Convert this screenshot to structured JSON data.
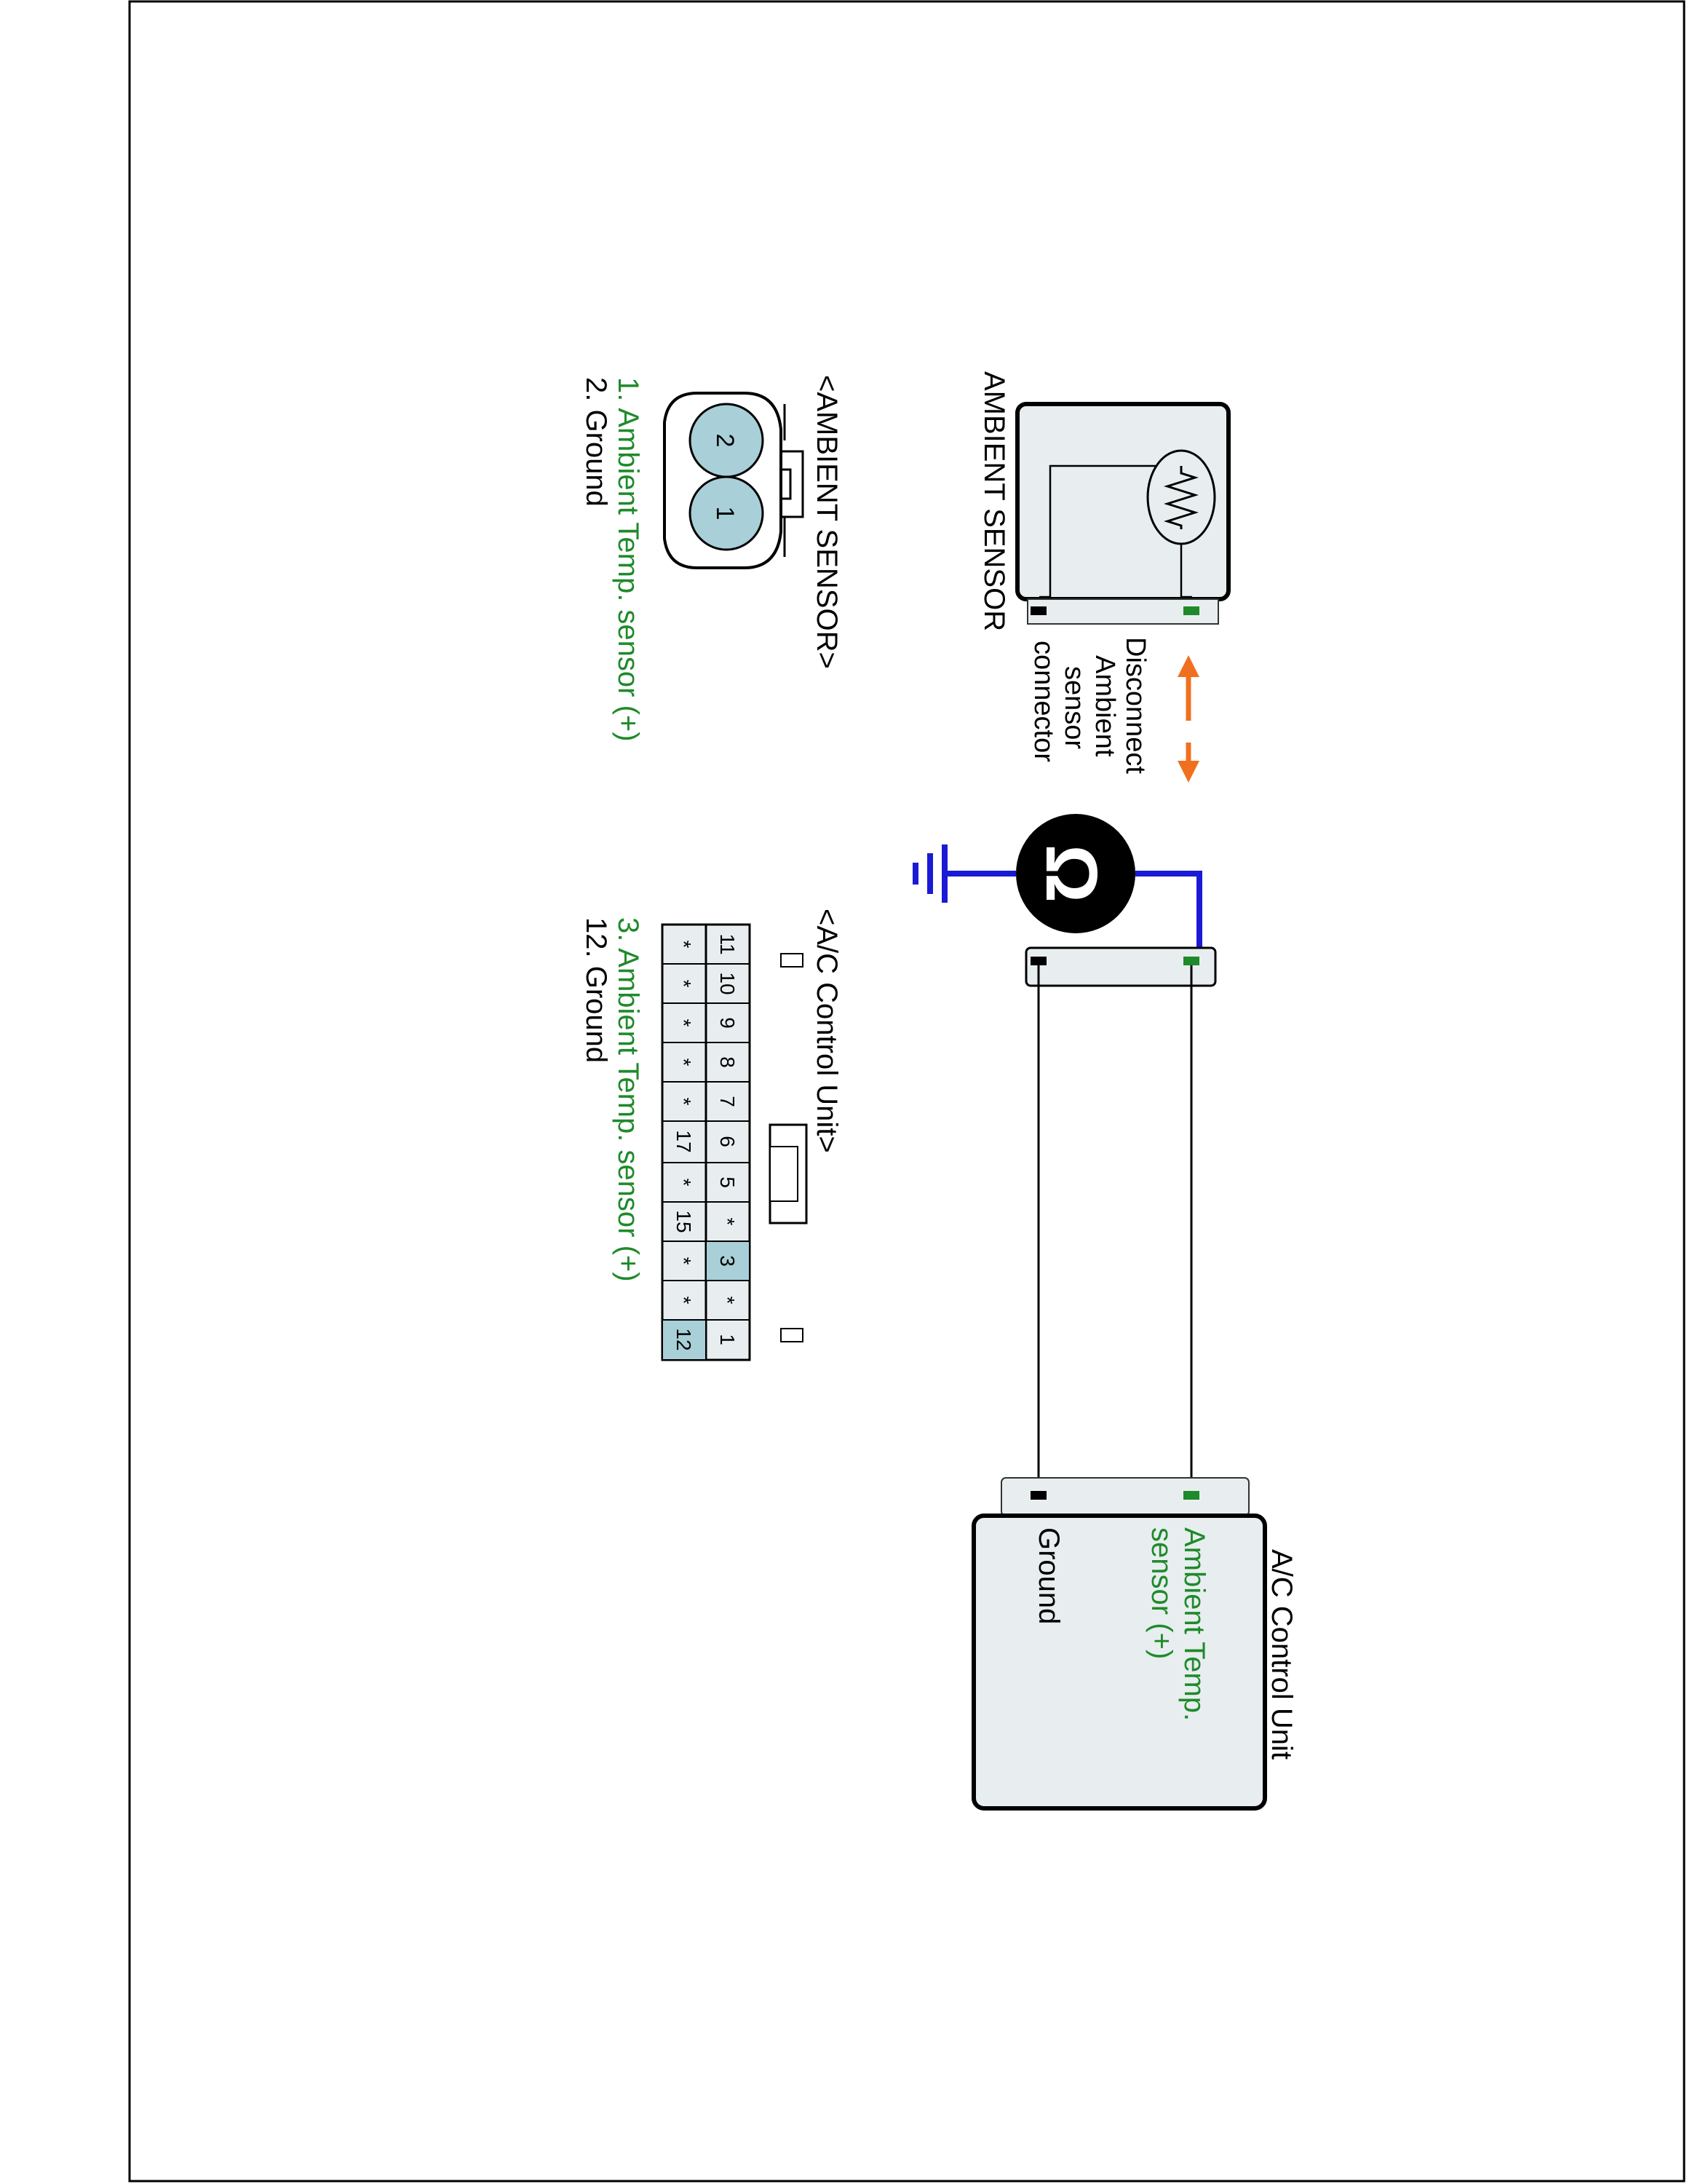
{
  "colors": {
    "green": "#1f8a2a",
    "blue": "#1a1ad6",
    "orange": "#f07020",
    "box_fill": "#e8eef0",
    "pin_fill": "#a9cfd8",
    "ground_wire": "#000000"
  },
  "schematic": {
    "sensor_box_label": "AMBIENT SENSOR",
    "disconnect_note": [
      "Disconnect",
      "Ambient",
      "sensor",
      "connector"
    ],
    "meter_symbol": "Ω",
    "meter_icon": "ohmmeter-icon",
    "ground_icon": "ground-symbol-icon",
    "resistor_icon": "thermistor-icon",
    "control_unit_title": "A/C Control Unit",
    "control_unit_pin_sensor": [
      "Ambient Temp.",
      "sensor (+)"
    ],
    "control_unit_pin_ground": "Ground"
  },
  "ambient_connector": {
    "title": "<AMBIENT SENSOR>",
    "pins": [
      "2",
      "1"
    ],
    "legend": [
      {
        "text": "1. Ambient Temp. sensor (+)",
        "color": "green"
      },
      {
        "text": "2. Ground",
        "color": "black"
      }
    ]
  },
  "ac_connector": {
    "title": "<A/C Control Unit>",
    "top_row": [
      "11",
      "10",
      "9",
      "8",
      "7",
      "6",
      "5",
      "*",
      "3",
      "*",
      "1"
    ],
    "bottom_row": [
      "*",
      "*",
      "*",
      "*",
      "*",
      "17",
      "*",
      "15",
      "*",
      "*",
      "12"
    ],
    "highlighted": [
      "3",
      "12"
    ],
    "legend": [
      {
        "text": "3. Ambient Temp. sensor (+)",
        "color": "green"
      },
      {
        "text": "12. Ground",
        "color": "black"
      }
    ]
  }
}
